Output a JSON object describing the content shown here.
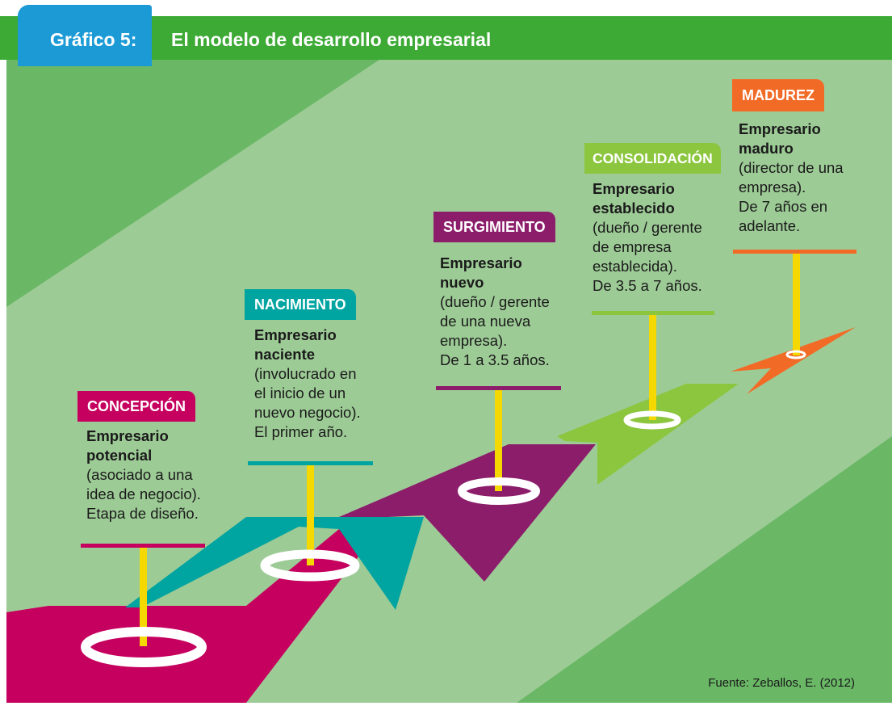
{
  "header": {
    "label": "Gráfico 5:",
    "title": "El modelo de desarrollo empresarial"
  },
  "colors": {
    "header_green": "#3daa35",
    "label_blue": "#1b9ad6",
    "bg_light": "#9dcb96",
    "bg_dark": "#6ab866",
    "concepcion": "#c5005e",
    "nacimiento": "#00a4a0",
    "surgimiento": "#8b1d6b",
    "consolidacion": "#8cc63f",
    "madurez": "#f26b26",
    "pole": "#f5d800"
  },
  "stages": [
    {
      "name": "CONCEPCIÓN",
      "title_line1": "Empresario",
      "title_line2": "potencial",
      "description": "(asociado a una\nidea de negocio).\nEtapa de diseño."
    },
    {
      "name": "NACIMIENTO",
      "title_line1": "Empresario",
      "title_line2": "naciente",
      "description": "(involucrado en\nel inicio de un\nnuevo negocio).\nEl primer año."
    },
    {
      "name": "SURGIMIENTO",
      "title_line1": "Empresario",
      "title_line2": "nuevo",
      "description": "(dueño / gerente\nde una nueva\nempresa).\nDe 1 a 3.5 años."
    },
    {
      "name": "CONSOLIDACIÓN",
      "title_line1": "Empresario",
      "title_line2": "establecido",
      "description": "(dueño / gerente\nde empresa\nestablecida).\nDe 3.5 a 7 años."
    },
    {
      "name": "MADUREZ",
      "title_line1": "Empresario",
      "title_line2": "maduro",
      "description": "(director de una\nempresa).\nDe 7 años en\nadelante."
    }
  ],
  "source": "Fuente: Zeballos, E. (2012)"
}
